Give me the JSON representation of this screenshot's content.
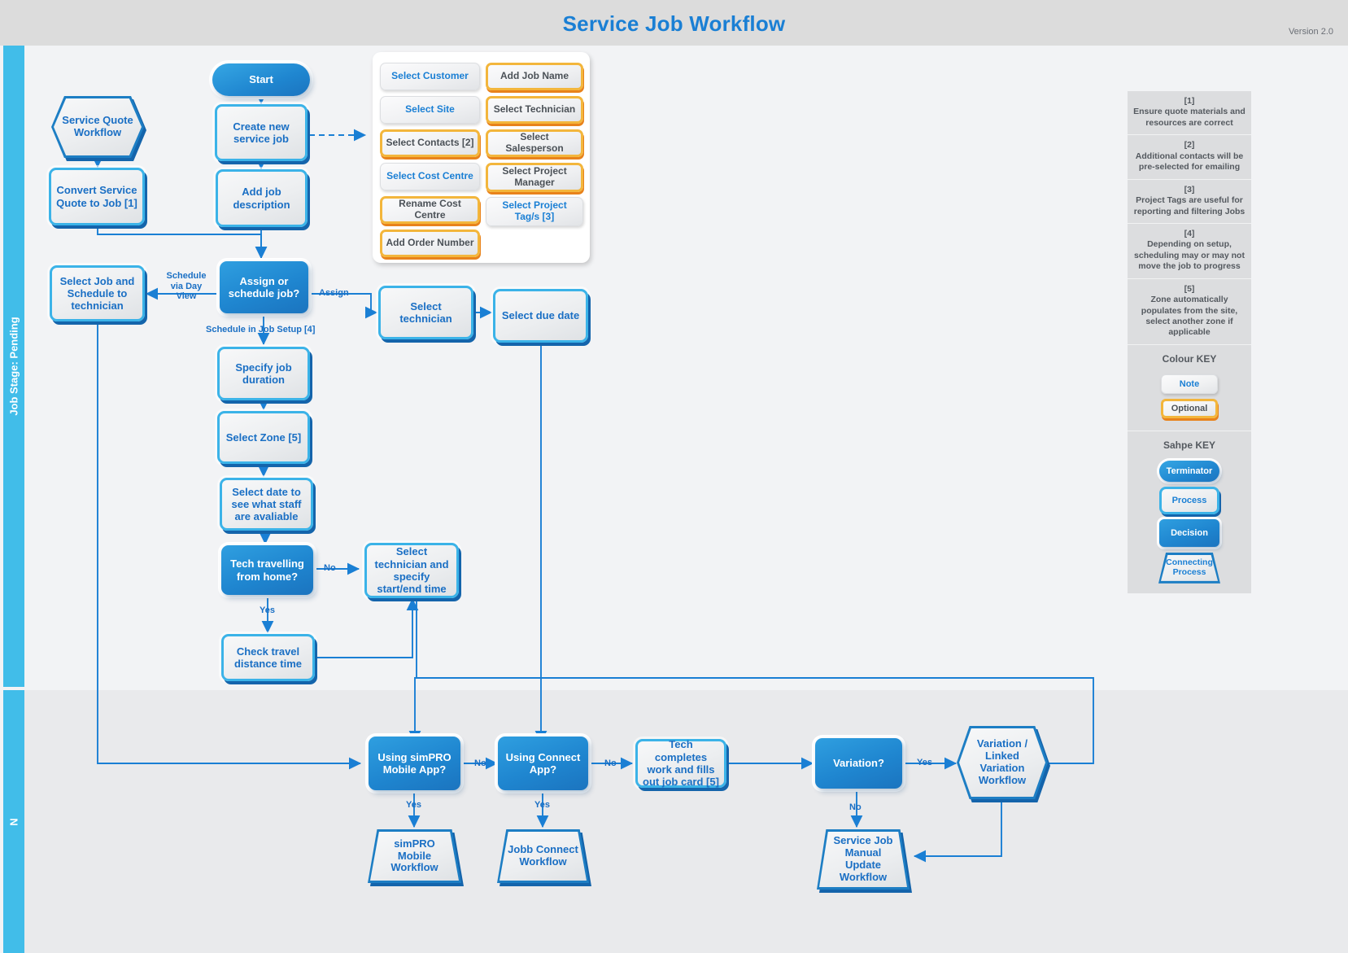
{
  "header": {
    "title": "Service Job Workflow",
    "version": "Version 2.0"
  },
  "stages": [
    {
      "label": "Job Stage: Pending"
    },
    {
      "label": "N"
    }
  ],
  "nodes": {
    "start": "Start",
    "service_quote_workflow": "Service Quote Workflow",
    "create_new_service_job": "Create new service job",
    "convert_service_quote": "Convert Service Quote to Job [1]",
    "add_job_description": "Add job description",
    "select_job_schedule_tech": "Select Job and Schedule to technician",
    "assign_or_schedule": "Assign or schedule job?",
    "select_technician": "Select technician",
    "select_due_date": "Select due date",
    "specify_job_duration": "Specify job duration",
    "select_zone": "Select Zone [5]",
    "select_date_staff": "Select date to see what staff are avaliable",
    "tech_travelling_home": "Tech travelling from home?",
    "select_tech_start_end": "Select technician and specify start/end time",
    "check_travel_distance": "Check travel distance time",
    "using_simpro_mobile": "Using simPRO Mobile App?",
    "simpro_mobile_workflow": "simPRO Mobile Workflow",
    "using_connect_app": "Using Connect App?",
    "jobb_connect_workflow": "Jobb Connect Workflow",
    "tech_completes_work": "Tech completes work and fills out job card [5]",
    "variation": "Variation?",
    "variation_linked_workflow": "Variation / Linked Variation Workflow",
    "service_job_manual_update": "Service Job Manual Update Workflow"
  },
  "edge_labels": {
    "schedule_via_day_view": "Schedule via Day View",
    "assign": "Assign",
    "schedule_in_job_setup": "Schedule in Job Setup [4]",
    "no_tech_travel": "No",
    "yes_tech_travel": "Yes",
    "no_simpro": "No",
    "yes_simpro": "Yes",
    "no_connect": "No",
    "yes_connect": "Yes",
    "yes_variation": "Yes",
    "no_variation": "No"
  },
  "detail_card": {
    "left_column": [
      {
        "label": "Select Customer",
        "style": "note"
      },
      {
        "label": "Select Site",
        "style": "note"
      },
      {
        "label": "Select Contacts [2]",
        "style": "optional"
      },
      {
        "label": "Select Cost Centre",
        "style": "note"
      },
      {
        "label": "Rename Cost Centre",
        "style": "optional"
      },
      {
        "label": "Add Order Number",
        "style": "optional"
      }
    ],
    "right_column": [
      {
        "label": "Add Job Name",
        "style": "optional"
      },
      {
        "label": "Select Technician",
        "style": "optional"
      },
      {
        "label": "Select Salesperson",
        "style": "optional"
      },
      {
        "label": "Select Project Manager",
        "style": "optional"
      },
      {
        "label": "Select Project Tag/s [3]",
        "style": "note"
      }
    ]
  },
  "info_panel": {
    "notes": [
      {
        "ref": "[1]",
        "text": "Ensure quote materials and resources are correct"
      },
      {
        "ref": "[2]",
        "text": "Additional contacts will be pre-selected for emailing"
      },
      {
        "ref": "[3]",
        "text": "Project Tags are useful for reporting and filtering Jobs"
      },
      {
        "ref": "[4]",
        "text": "Depending on setup, scheduling may or may not move the job to progress"
      },
      {
        "ref": "[5]",
        "text": "Zone automatically populates from the site, select another zone if applicable"
      }
    ],
    "colour_key": {
      "title": "Colour KEY",
      "items": [
        {
          "label": "Note",
          "style": "note"
        },
        {
          "label": "Optional",
          "style": "optional"
        }
      ]
    },
    "shape_key": {
      "title": "Sahpe KEY",
      "items": [
        {
          "label": "Terminator",
          "style": "terminator"
        },
        {
          "label": "Process",
          "style": "process"
        },
        {
          "label": "Decision",
          "style": "decision"
        },
        {
          "label": "Connecting Process",
          "style": "connecting"
        }
      ]
    }
  },
  "colors": {
    "header_bg": "#dcdcdc",
    "title_blue": "#1a7fd4",
    "rail": "#41bde9",
    "process_border": "#3bb3e8",
    "process_shadow": "#1464ab",
    "decision_fill": "#1f86d0",
    "optional_border": "#f3b63c",
    "optional_shadow": "#e8821b",
    "note_text": "#1a7fd4",
    "wire": "#1a7fd4",
    "pane_top_bg": "#f2f3f5",
    "pane_bottom_bg": "#e9eaec",
    "info_note_bg": "#dcdddf"
  }
}
